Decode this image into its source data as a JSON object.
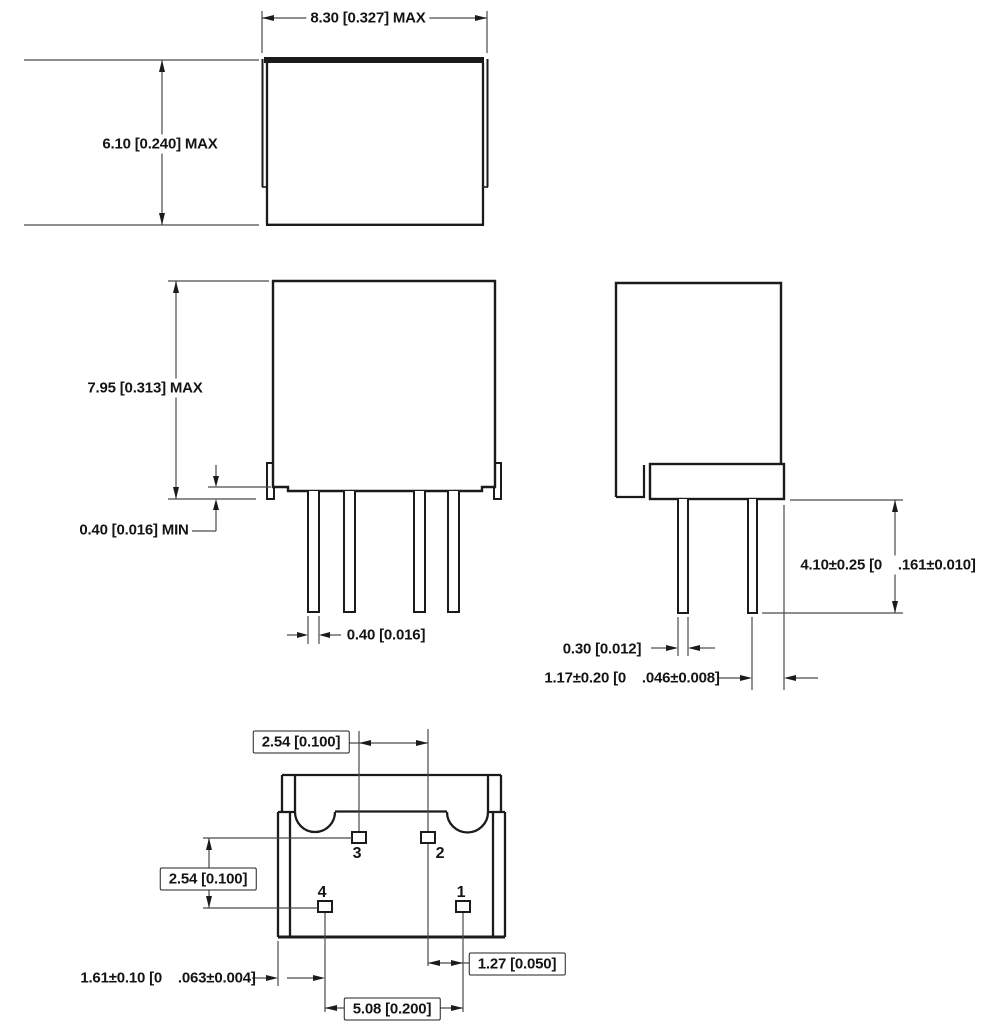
{
  "drawing_title": "relay-package-outline-drawing",
  "colors": {
    "line": "#1b1b1b",
    "thin_line": "#4a4a4a",
    "background": "#ffffff"
  },
  "top_view": {
    "width_dim": "8.30 [0.327] MAX",
    "height_dim": "6.10 [0.240] MAX"
  },
  "front_view": {
    "height_dim": "7.95 [0.313] MAX",
    "standoff_dim": "0.40 [0.016] MIN",
    "pin_width_dim": "0.40 [0.016]"
  },
  "side_view": {
    "pin_length_dim": "4.10±0.25 [0    .161±0.010]",
    "pin_thickness_dim": "0.30 [0.012]",
    "pin_to_edge_dim": "1.17±0.20 [0    .046±0.008]"
  },
  "bottom_view": {
    "pin_pitch_x_dim": "2.54 [0.100]",
    "pin_pitch_y_dim": "2.54 [0.100]",
    "pin1_offset_dim": "1.27 [0.050]",
    "edge_offset_dim": "1.61±0.10 [0    .063±0.004]",
    "pin_span_dim": "5.08 [0.200]",
    "pin_numbers": {
      "pin1": "1",
      "pin2": "2",
      "pin3": "3",
      "pin4": "4"
    }
  }
}
